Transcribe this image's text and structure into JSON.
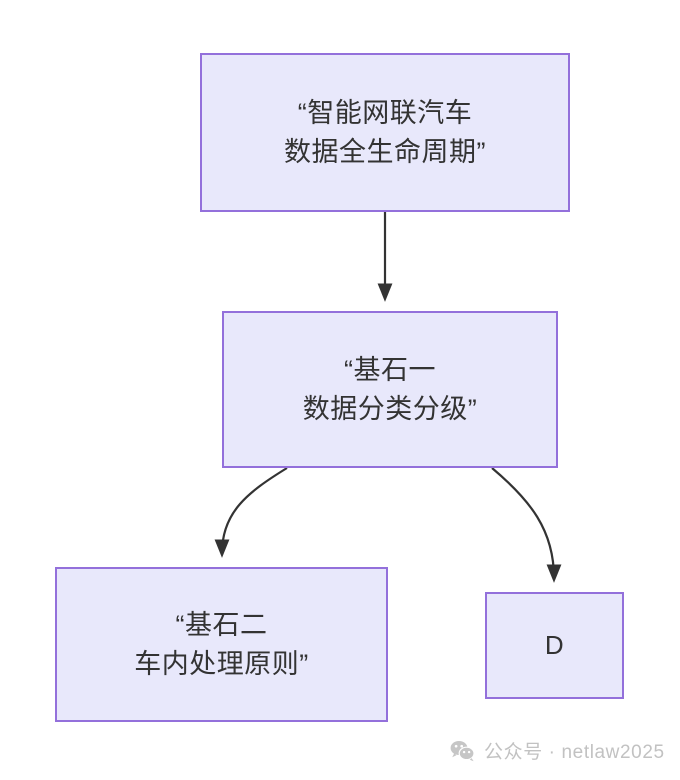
{
  "diagram": {
    "type": "flowchart",
    "direction": "top-down",
    "nodes": [
      {
        "id": "root",
        "label_lines": [
          "“智能网联汽车",
          "数据全生命周期”"
        ],
        "line1": "“智能网联汽车",
        "line2": "数据全生命周期”"
      },
      {
        "id": "tier1",
        "label_lines": [
          "“基石一",
          "数据分类分级”"
        ],
        "line1": "“基石一",
        "line2": "数据分类分级”"
      },
      {
        "id": "tier2a",
        "label_lines": [
          "“基石二",
          "车内处理原则”"
        ],
        "line1": "“基石二",
        "line2": "车内处理原则”"
      },
      {
        "id": "tier2b",
        "label_lines": [
          "D"
        ],
        "line1": "D",
        "line2": ""
      }
    ],
    "edges": [
      {
        "from": "root",
        "to": "tier1",
        "style": "straight",
        "arrow": "filled-triangle"
      },
      {
        "from": "tier1",
        "to": "tier2a",
        "style": "curved",
        "arrow": "filled-triangle"
      },
      {
        "from": "tier1",
        "to": "tier2b",
        "style": "curved",
        "arrow": "filled-triangle"
      }
    ],
    "colors": {
      "node_fill": "#e8e8fb",
      "node_border": "#9370db",
      "node_text": "#333333",
      "edge_stroke": "#333333",
      "background": "#ffffff",
      "watermark_text": "#c2c2c2"
    }
  },
  "watermark": {
    "icon": "wechat-icon",
    "text": "公众号 · netlaw2025"
  }
}
